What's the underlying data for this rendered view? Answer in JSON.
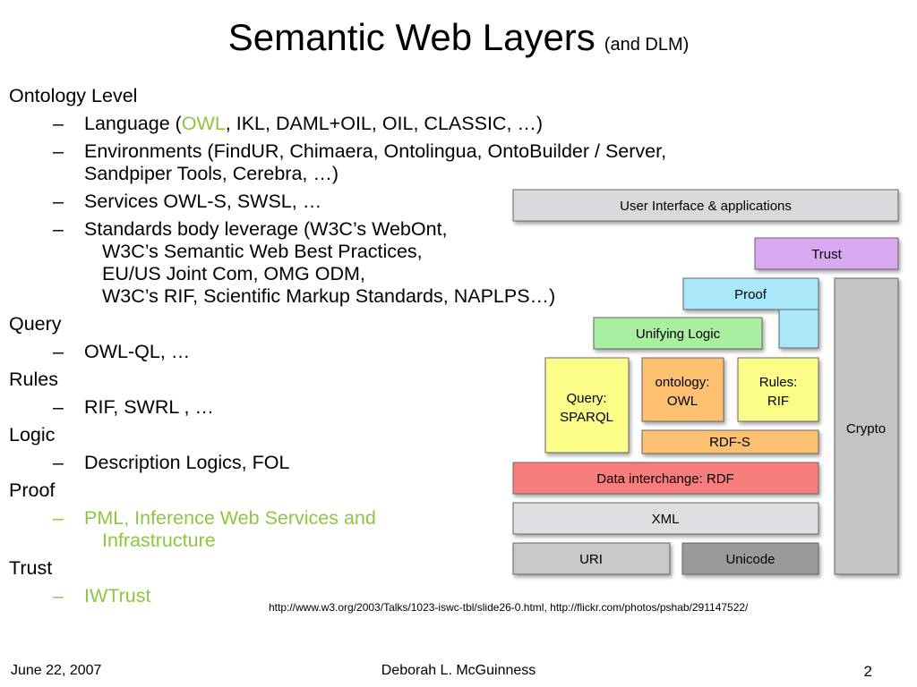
{
  "slide": {
    "title": "Semantic Web Layers",
    "subtitle": "(and DLM)",
    "source": "http://www.w3.org/2003/Talks/1023-iswc-tbl/slide26-0.html, http://flickr.com/photos/pshab/291147522/",
    "footer": {
      "date": "June 22, 2007",
      "author": "Deborah L. McGuinness",
      "page": "2"
    }
  },
  "outline": {
    "ontology": "Ontology Level",
    "lang_pre": "Language (",
    "lang_owl": "OWL",
    "lang_post": ", IKL, DAML+OIL, OIL, CLASSIC, …)",
    "env_1": "Environments (FindUR, Chimaera,  Ontolingua, OntoBuilder / Server,",
    "env_2": "Sandpiper Tools, Cerebra, …)",
    "services": "Services OWL-S, SWSL, …",
    "std_1": "Standards body leverage (W3C’s WebOnt,",
    "std_2": "W3C’s Semantic Web Best Practices,",
    "std_3": "EU/US Joint Com, OMG ODM,",
    "std_4": "W3C’s RIF, Scientific Markup Standards,  NAPLPS…)",
    "query": "Query",
    "owlql": "OWL-QL, …",
    "rules": "Rules",
    "rif": "RIF, SWRL , …",
    "logic": "Logic",
    "dl": "Description Logics, FOL",
    "proof": "Proof",
    "pml_1": "PML, Inference Web Services and",
    "pml_2": "Infrastructure",
    "trust": "Trust",
    "iwtrust": "IWTrust",
    "dash": "–"
  },
  "diagram": {
    "ui": "User Interface & applications",
    "trust": "Trust",
    "proof": "Proof",
    "unifying": "Unifying Logic",
    "query_1": "Query:",
    "query_2": "SPARQL",
    "ontology_1": "ontology:",
    "ontology_2": "OWL",
    "rules_1": "Rules:",
    "rules_2": "RIF",
    "rdfs": "RDF-S",
    "rdf": "Data interchange: RDF",
    "xml": "XML",
    "uri": "URI",
    "unicode": "Unicode",
    "crypto": "Crypto"
  },
  "colors": {
    "highlight_green": "#8DC63F",
    "ui": "#D9D9DD",
    "trust": "#D8A8F0",
    "proof": "#A8E8F8",
    "unifying": "#A8F0A0",
    "yellow": "#FCFC88",
    "orange": "#FCC070",
    "rdf": "#F87E7E",
    "xml": "#E0DEE2",
    "uri": "#C8C8C8",
    "unicode": "#9A9A9A",
    "crypto": "#C4C4C4"
  }
}
